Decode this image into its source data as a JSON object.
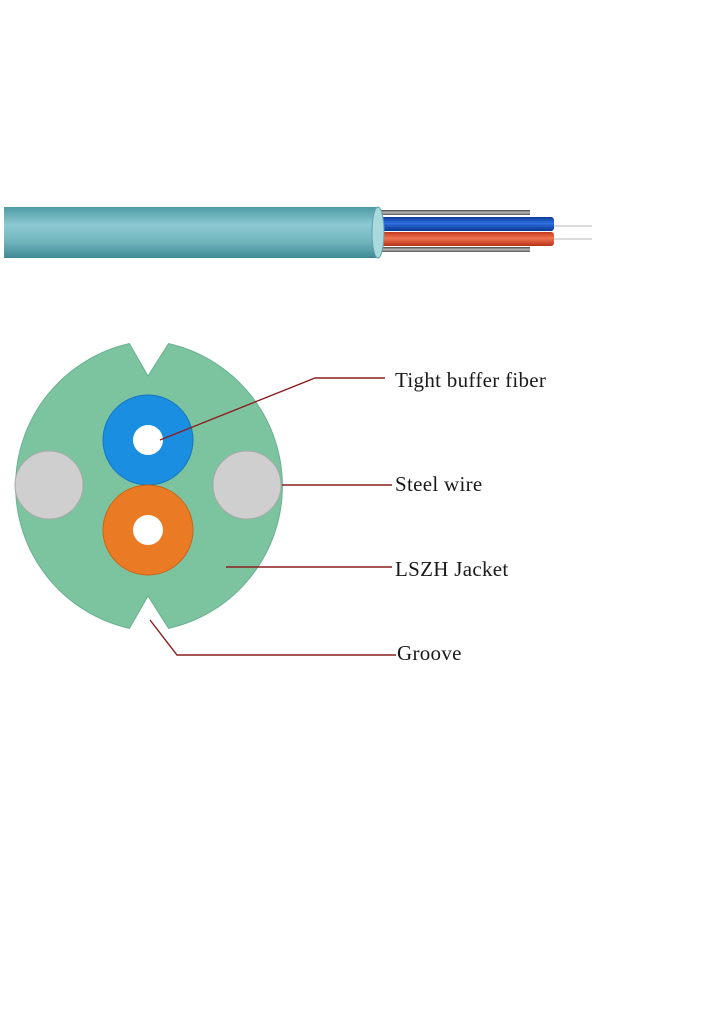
{
  "labels": {
    "tight_buffer": "Tight buffer fiber",
    "steel_wire": "Steel wire",
    "jacket": "LSZH Jacket",
    "groove": "Groove"
  },
  "colors": {
    "outer_jacket": "#7cc4a0",
    "cable_side": "#6fb3bb",
    "blue_buffer": "#1a8ee0",
    "orange_buffer": "#ea7a24",
    "steel": "#cfcfcf",
    "fiber_core": "#ffffff",
    "leader_line": "#8a1f1f"
  }
}
